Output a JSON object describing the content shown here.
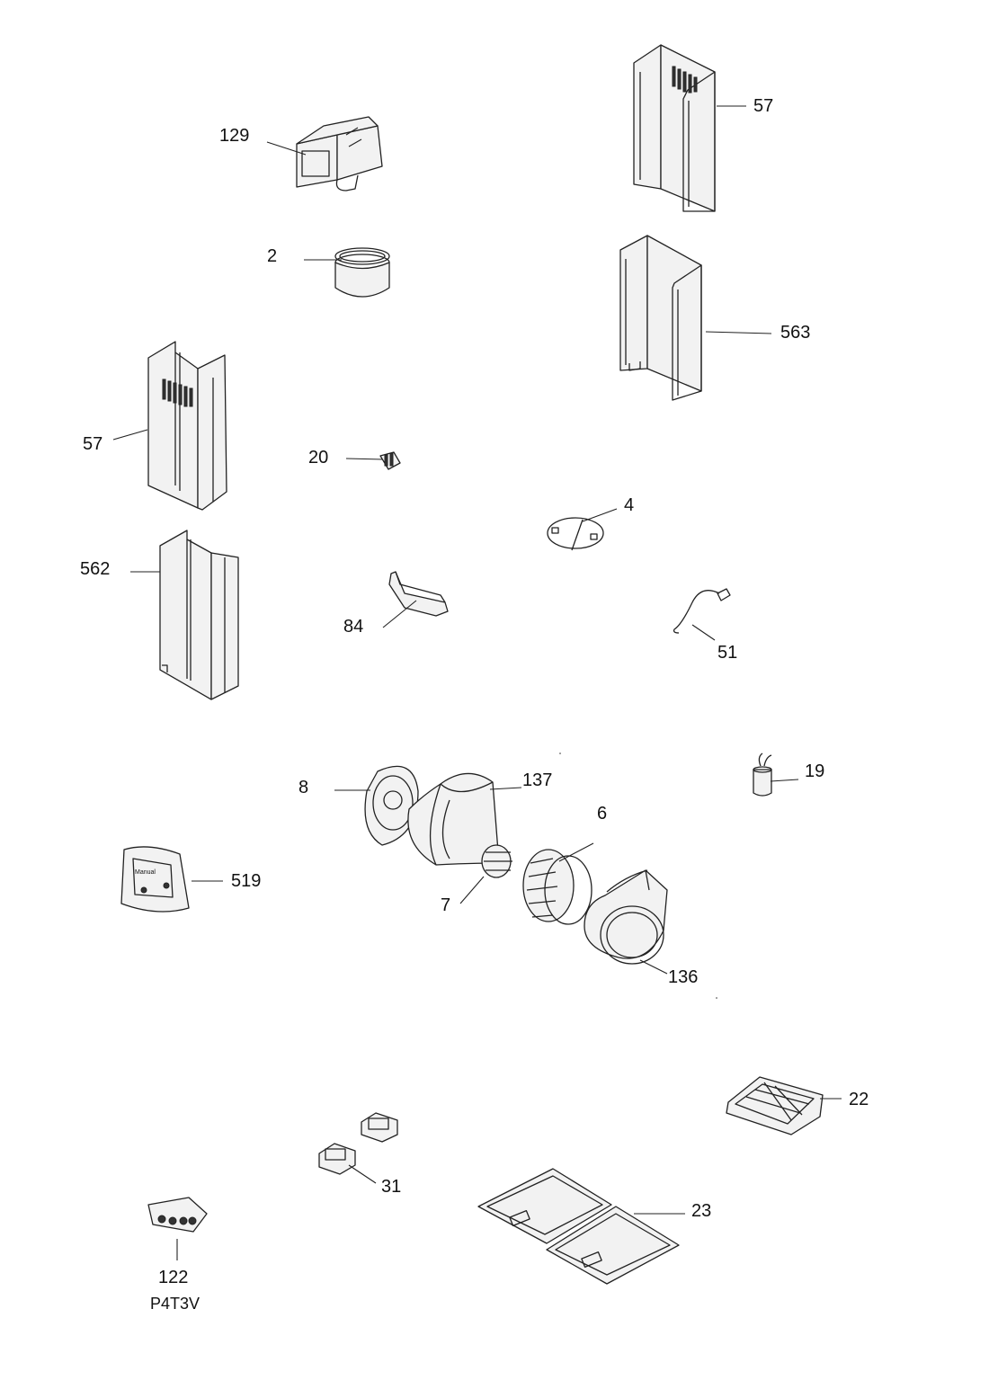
{
  "labels": {
    "l129": "129",
    "l2": "2",
    "l57a": "57",
    "l563": "563",
    "l57b": "57",
    "l20": "20",
    "l4": "4",
    "l562": "562",
    "l84": "84",
    "l51": "51",
    "l8": "8",
    "l137": "137",
    "l19": "19",
    "l6": "6",
    "l519": "519",
    "l7": "7",
    "l136": "136",
    "l22": "22",
    "l31": "31",
    "l23": "23",
    "l122": "122",
    "model": "P4T3V",
    "manual": "Manual"
  }
}
